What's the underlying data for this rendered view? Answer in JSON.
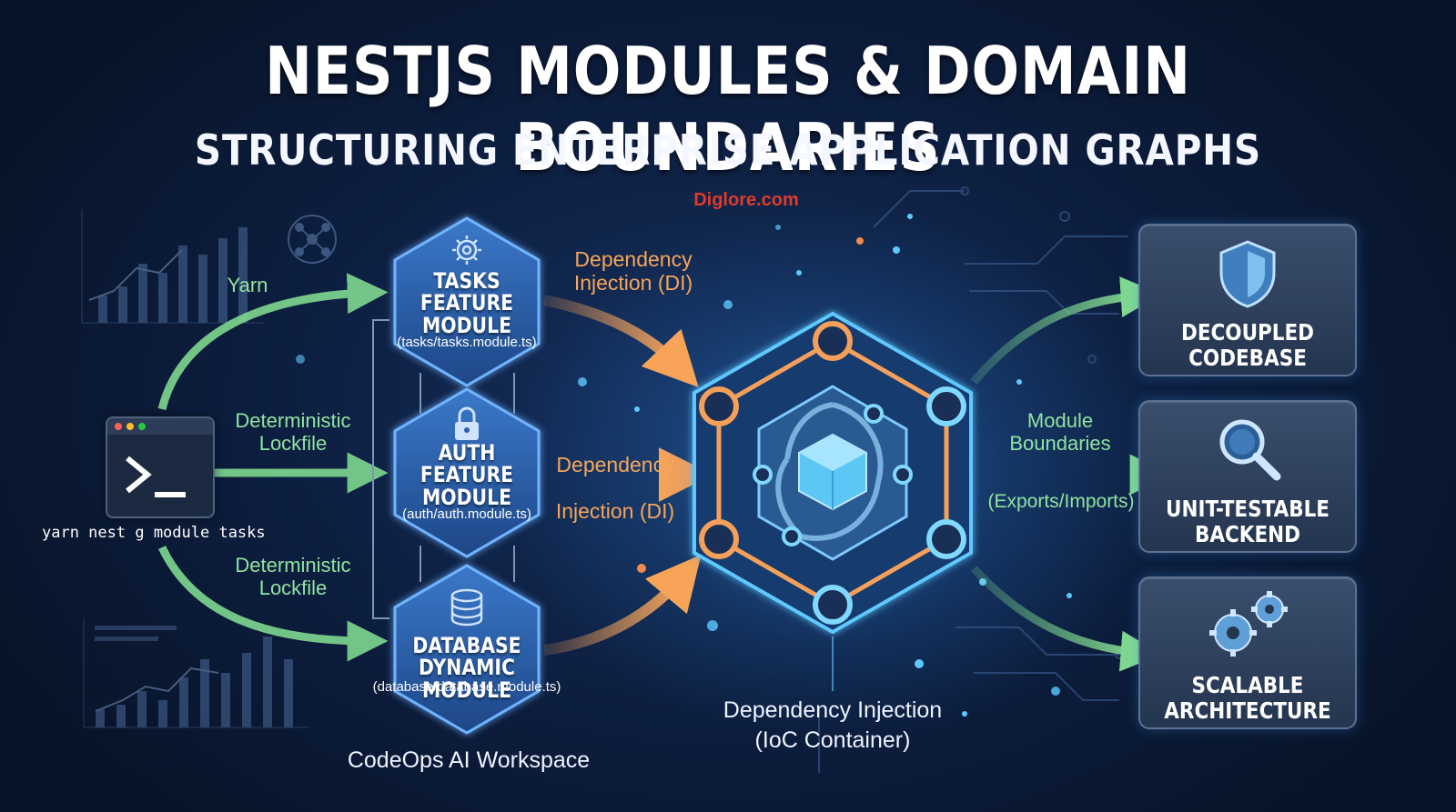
{
  "header": {
    "title": "NESTJS MODULES & DOMAIN BOUNDARIES",
    "subtitle": "STRUCTURING ENTERPRISE APPLICATION GRAPHS",
    "watermark": "Diglore.com"
  },
  "cli": {
    "command": "yarn nest g module tasks",
    "edges": {
      "top": "Yarn",
      "middle": [
        "Deterministic",
        "Lockfile"
      ],
      "bottom": [
        "Deterministic",
        "Lockfile"
      ]
    }
  },
  "modules": [
    {
      "title": [
        "TASKS",
        "FEATURE",
        "MODULE"
      ],
      "path": "(tasks/tasks.module.ts)",
      "icon": "gear-icon"
    },
    {
      "title": [
        "AUTH",
        "FEATURE",
        "MODULE"
      ],
      "path": "(auth/auth.module.ts)",
      "icon": "lock-icon"
    },
    {
      "title": [
        "DATABASE",
        "DYNAMIC MODULE"
      ],
      "path": "(database/database.module.ts)",
      "icon": "database-icon"
    }
  ],
  "workspace_label": "CodeOps AI Workspace",
  "di_edges": {
    "top": [
      "Dependency",
      "Injection (DI)"
    ],
    "middle": [
      "Dependency",
      "Injection (DI)"
    ]
  },
  "container_label": [
    "Dependency Injection",
    "(IoC Container)"
  ],
  "boundary_edge": {
    "label": [
      "Module",
      "Boundaries"
    ],
    "sub": "(Exports/Imports)"
  },
  "outcomes": [
    {
      "title": [
        "DECOUPLED",
        "CODEBASE"
      ],
      "icon": "shield-icon"
    },
    {
      "title": [
        "UNIT-TESTABLE",
        "BACKEND"
      ],
      "icon": "magnifier-icon"
    },
    {
      "title": [
        "SCALABLE",
        "ARCHITECTURE"
      ],
      "icon": "gears-icon"
    }
  ],
  "colors": {
    "background": "#0c1d3d",
    "green_edge": "#7fd890",
    "orange_edge": "#f5a05a",
    "hex_fill": "#2c5fa8",
    "watermark": "#e23a2a"
  }
}
